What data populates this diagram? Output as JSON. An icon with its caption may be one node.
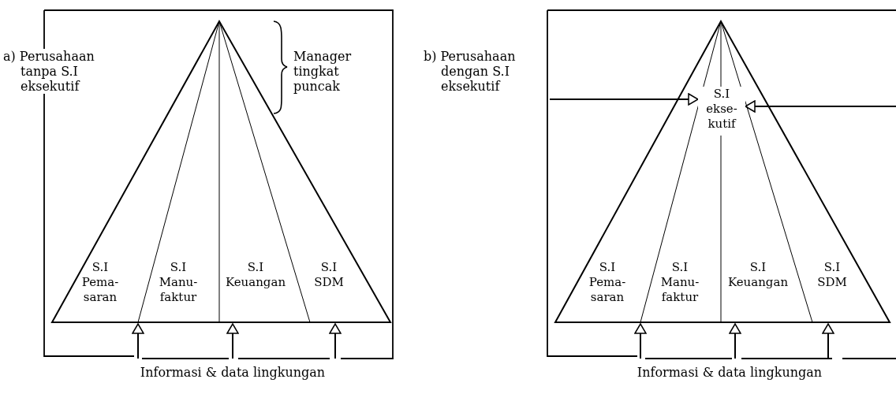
{
  "diagram": {
    "nodes": [
      {
        "text": [],
        "shape": "triangle"
      },
      {
        "text": [
          "S.I Pema- saran"
        ],
        "in": 0
      },
      {
        "text": [
          "S.I Manu- faktur"
        ],
        "in": 0
      },
      {
        "text": [
          "S.I Keuangan"
        ],
        "in": 0
      },
      {
        "text": [
          "S.I SDM"
        ],
        "in": 0
      },
      {
        "text": [
          "Informasi & data lingkungan"
        ]
      },
      {
        "text": [],
        "shape": "triangle"
      },
      {
        "text": [
          "S.I ekse- kutif"
        ],
        "in": 6
      },
      {
        "text": [
          "S.I Pema- saran"
        ],
        "in": 6
      },
      {
        "text": [
          "S.I Manu- faktur"
        ],
        "in": 6
      },
      {
        "text": [
          "S.I Keuangan"
        ],
        "in": 6
      },
      {
        "text": [
          "S.I SDM"
        ],
        "in": 6
      },
      {
        "text": [
          "Informasi & data lingkungan"
        ]
      }
    ],
    "edges": [
      {
        "from": 5,
        "to": 0,
        "arrow": "to"
      },
      {
        "from": 5,
        "to": 0,
        "arrow": "to"
      },
      {
        "from": 5,
        "to": 0,
        "arrow": "to"
      },
      {
        "from": null,
        "to": 7,
        "arrow": "to"
      },
      {
        "from": null,
        "to": 7,
        "arrow": "to"
      },
      {
        "from": 12,
        "to": 6,
        "arrow": "to"
      },
      {
        "from": 12,
        "to": 6,
        "arrow": "to"
      },
      {
        "from": 12,
        "to": 6,
        "arrow": "to"
      }
    ],
    "labels": [
      "a) Perusahaan tanpa S.I eksekutif",
      "Manager tingkat puncak",
      "b) Perusahaan dengan S.I eksekutif"
    ]
  }
}
